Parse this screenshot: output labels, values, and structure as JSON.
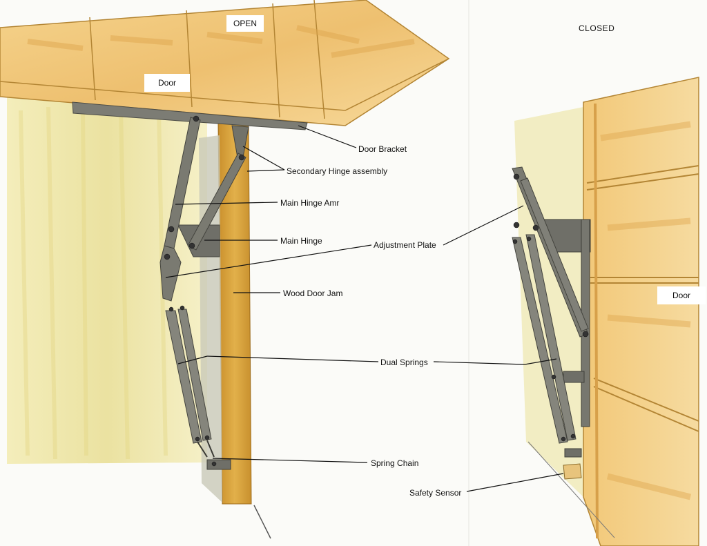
{
  "views": {
    "open": "OPEN",
    "closed": "CLOSED"
  },
  "door_labels": {
    "open_view": "Door",
    "closed_view": "Door"
  },
  "callouts": {
    "door_bracket": "Door Bracket",
    "secondary_hinge": "Secondary Hinge assembly",
    "main_hinge_arm": "Main Hinge Amr",
    "main_hinge": "Main Hinge",
    "adjustment_plate": "Adjustment Plate",
    "wood_door_jam": "Wood Door Jam",
    "dual_springs": "Dual Springs",
    "spring_chain": "Spring Chain",
    "safety_sensor": "Safety Sensor"
  },
  "colors": {
    "wall_yellow": "#efe6a6",
    "door_wood": "#f0c978",
    "jamb_wood": "#d9a43c",
    "metal": "#777770",
    "metal_dark": "#44443f",
    "leader": "#111111"
  }
}
